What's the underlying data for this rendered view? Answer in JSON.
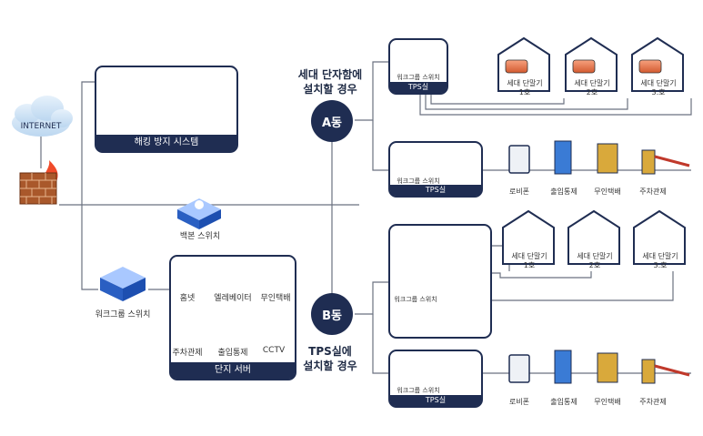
{
  "internet": "INTERNET",
  "hacking": {
    "title": "해킹 방지 시스템"
  },
  "backbone": {
    "label": "백본 스위치",
    "device_text": "백본 스위치"
  },
  "workgroup_left": {
    "label": "워크그룹 스위치",
    "device_text": "워크그룹 스위치"
  },
  "server": {
    "title": "단지 서버",
    "items": [
      "홈넷",
      "엘레베이터",
      "무인택배",
      "주차관제",
      "출입통제",
      "CCTV"
    ]
  },
  "building_a": {
    "name": "A동",
    "caption_line1": "세대 단자함에",
    "caption_line2": "설치할 경우",
    "tps1": {
      "switch_label": "워크그룹 스위치",
      "room": "TPS실"
    },
    "units": [
      {
        "device": "세대 단말기",
        "unit": "1호"
      },
      {
        "device": "세대 단말기",
        "unit": "2호"
      },
      {
        "device": "세대 단말기",
        "unit": "3.호"
      }
    ],
    "tps2": {
      "switch_label": "워크그룹 스위치",
      "room": "TPS실"
    },
    "endpoints": [
      "로비폰",
      "출입통제",
      "무인택배",
      "주차관제"
    ]
  },
  "building_b": {
    "name": "B동",
    "caption_line1": "TPS실에",
    "caption_line2": "설치할 경우",
    "tps1": {
      "switch_label": "워크그룹 스위치"
    },
    "units": [
      {
        "device": "세대 단말기",
        "unit": "1호"
      },
      {
        "device": "세대 단말기",
        "unit": "2호"
      },
      {
        "device": "세대 단말기",
        "unit": "3.호"
      }
    ],
    "tps2": {
      "switch_label": "워크그룹 스위치",
      "room": "TPS실"
    },
    "endpoints": [
      "로비폰",
      "출입통제",
      "무인택배",
      "주차관제"
    ]
  },
  "colors": {
    "navy": "#1f2d52",
    "orange": "#e8734a",
    "blue_switch": "#3a7bd5",
    "line": "#6b7280"
  }
}
